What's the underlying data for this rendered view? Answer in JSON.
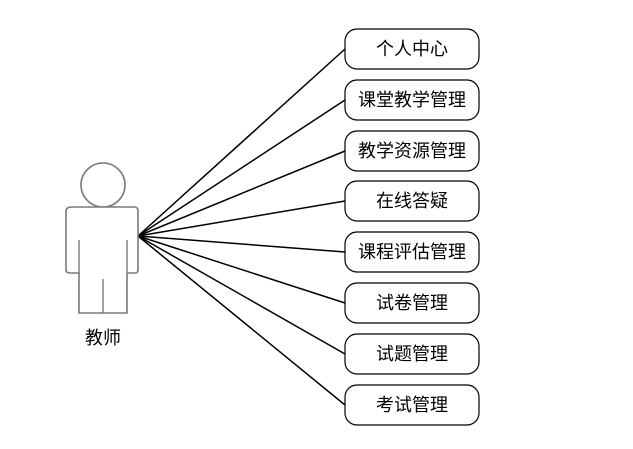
{
  "actor": {
    "name": "教师",
    "icon": "user-actor-icon"
  },
  "use_cases": [
    {
      "label": "个人中心"
    },
    {
      "label": "课堂教学管理"
    },
    {
      "label": "教学资源管理"
    },
    {
      "label": "在线答疑"
    },
    {
      "label": "课程评估管理"
    },
    {
      "label": "试卷管理"
    },
    {
      "label": "试题管理"
    },
    {
      "label": "考试管理"
    }
  ],
  "colors": {
    "line": "#000000",
    "actor_outline": "#7a7a7a",
    "box_border": "#000000",
    "background": "#ffffff"
  }
}
